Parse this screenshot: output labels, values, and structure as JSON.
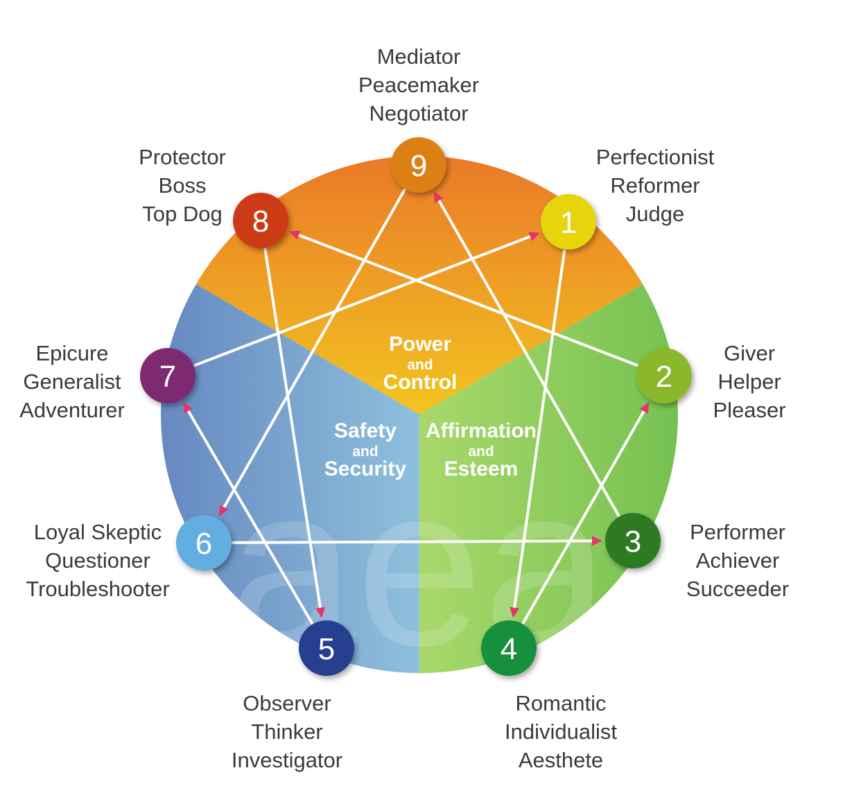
{
  "colors": {
    "power_top": "#e8662a",
    "power_bottom": "#f2c420",
    "affirmation_inner": "#a8d86a",
    "affirmation_outer": "#3ca636",
    "safety_inner": "#8ec0dc",
    "safety_outer": "#3848a0",
    "arrow_line": "#ffffff",
    "arrow_head": "#e5336b",
    "text": "#3a3a3a"
  },
  "centers": [
    {
      "id": "power",
      "big1": "Power",
      "small": "and",
      "big2": "Control"
    },
    {
      "id": "safety",
      "big1": "Safety",
      "small": "and",
      "big2": "Security"
    },
    {
      "id": "affirmation",
      "big1": "Affirmation",
      "small": "and",
      "big2": "Esteem"
    }
  ],
  "watermark": "aea",
  "types": [
    {
      "num": "1",
      "color": "#e6d40a",
      "titles": [
        "Perfectionist",
        "Reformer",
        "Judge"
      ]
    },
    {
      "num": "2",
      "color": "#8ab82a",
      "titles": [
        "Giver",
        "Helper",
        "Pleaser"
      ]
    },
    {
      "num": "3",
      "color": "#2e7a22",
      "titles": [
        "Performer",
        "Achiever",
        "Succeeder"
      ]
    },
    {
      "num": "4",
      "color": "#12903e",
      "titles": [
        "Romantic",
        "Individualist",
        "Aesthete"
      ]
    },
    {
      "num": "5",
      "color": "#283f8f",
      "titles": [
        "Observer",
        "Thinker",
        "Investigator"
      ]
    },
    {
      "num": "6",
      "color": "#62aee0",
      "titles": [
        "Loyal Skeptic",
        "Questioner",
        "Troubleshooter"
      ]
    },
    {
      "num": "7",
      "color": "#7e2a72",
      "titles": [
        "Epicure",
        "Generalist",
        "Adventurer"
      ]
    },
    {
      "num": "8",
      "color": "#cc3a18",
      "titles": [
        "Protector",
        "Boss",
        "Top Dog"
      ]
    },
    {
      "num": "9",
      "color": "#dc8018",
      "titles": [
        "Mediator",
        "Peacemaker",
        "Negotiator"
      ]
    }
  ],
  "connections": [
    {
      "from": "1",
      "to": "4"
    },
    {
      "from": "4",
      "to": "2"
    },
    {
      "from": "2",
      "to": "8"
    },
    {
      "from": "8",
      "to": "5"
    },
    {
      "from": "5",
      "to": "7"
    },
    {
      "from": "7",
      "to": "1"
    },
    {
      "from": "3",
      "to": "9"
    },
    {
      "from": "9",
      "to": "6"
    },
    {
      "from": "6",
      "to": "3"
    }
  ]
}
